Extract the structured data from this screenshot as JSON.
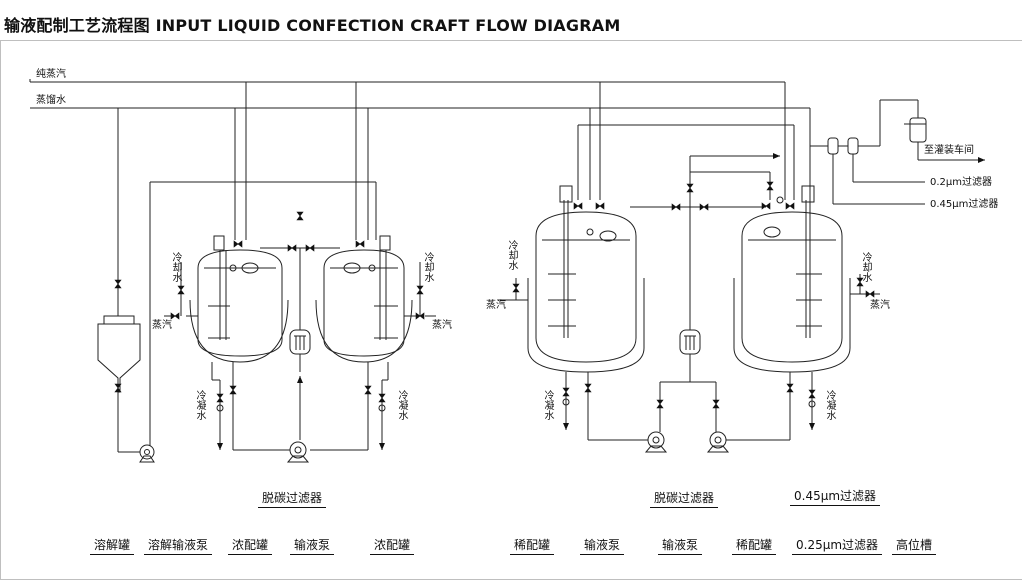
{
  "title": "输液配制工艺流程图 INPUT LIQUID CONFECTION CRAFT FLOW DIAGRAM",
  "pipes": {
    "pure_steam": "纯蒸汽",
    "distilled_water": "蒸馏水",
    "to_filling": "至灌装车间",
    "filter_02": "0.2μm过滤器",
    "filter_045": "0.45μm过滤器"
  },
  "utilities": {
    "cooling_water": "冷却水",
    "steam": "蒸汽",
    "condensate": "冷凝水"
  },
  "captions_upper": {
    "decarb_filter_left": "脱碳过滤器",
    "decarb_filter_right": "脱碳过滤器",
    "filter_045": "0.45μm过滤器"
  },
  "captions_lower": [
    "溶解罐",
    "溶解输液泵",
    "浓配罐",
    "输液泵",
    "浓配罐",
    "稀配罐",
    "输液泵",
    "输液泵",
    "稀配罐",
    "0.25μm过滤器",
    "高位槽"
  ]
}
